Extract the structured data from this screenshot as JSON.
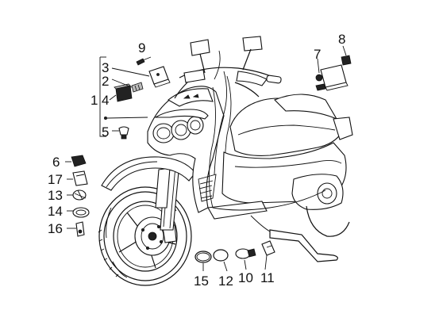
{
  "callouts": {
    "c1": "1",
    "c2": "2",
    "c3": "3",
    "c4": "4",
    "c5": "5",
    "c6": "6",
    "c7": "7",
    "c8": "8",
    "c9": "9",
    "c10": "10",
    "c11": "11",
    "c12": "12",
    "c13": "13",
    "c14": "14",
    "c15": "15",
    "c16": "16",
    "c17": "17"
  },
  "colors": {
    "line": "#111111",
    "background": "#ffffff",
    "part_fill": "#bbbbbb"
  }
}
